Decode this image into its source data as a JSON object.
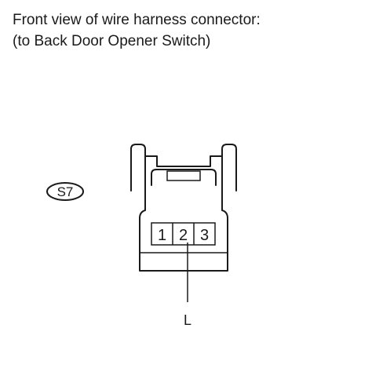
{
  "caption": {
    "line1": "Front view of wire harness connector:",
    "line2": "(to Back Door Opener Switch)"
  },
  "connector": {
    "id": "S7",
    "pins": [
      "1",
      "2",
      "3"
    ],
    "wire_color_label": "L",
    "wire_pin": "2"
  }
}
